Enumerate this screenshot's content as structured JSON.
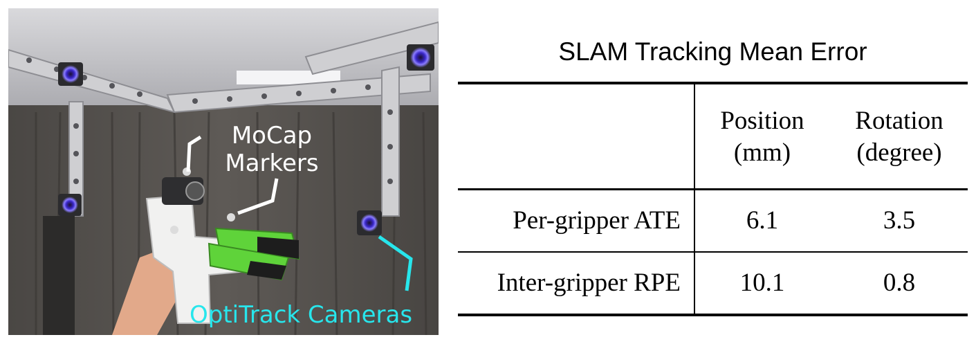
{
  "photo": {
    "label_markers_line1": "MoCap",
    "label_markers_line2": "Markers",
    "label_cameras": "OptiTrack Cameras",
    "colors": {
      "label_white": "#ffffff",
      "label_cyan": "#27e6ec",
      "gripper_green": "#5fd33a",
      "truss": "#c9c9cc",
      "curtain": "#55524f"
    }
  },
  "table": {
    "title": "SLAM Tracking Mean Error",
    "headers": {
      "position_line1": "Position",
      "position_line2": "(mm)",
      "rotation_line1": "Rotation",
      "rotation_line2": "(degree)"
    },
    "rows": [
      {
        "label": "Per-gripper ATE",
        "position": "6.1",
        "rotation": "3.5"
      },
      {
        "label": "Inter-gripper RPE",
        "position": "10.1",
        "rotation": "0.8"
      }
    ]
  }
}
